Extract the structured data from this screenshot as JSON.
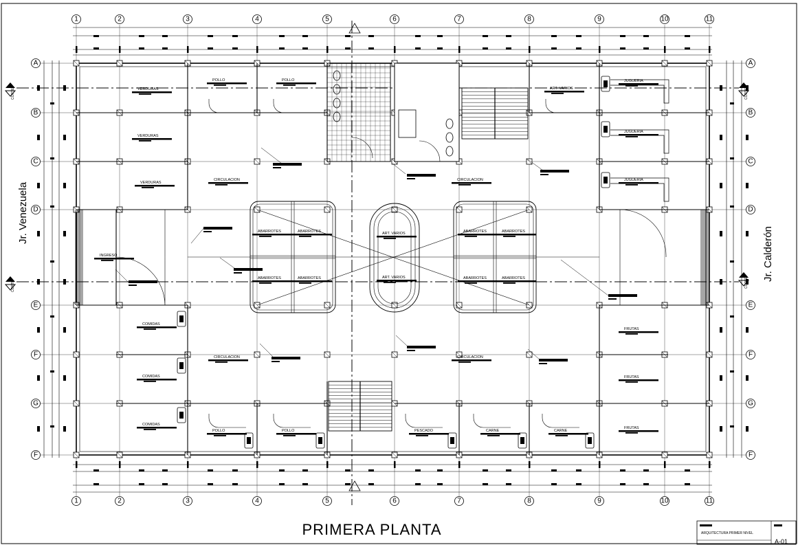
{
  "title": "PRIMERA  PLANTA",
  "streets": {
    "left": "Jr. Venezuela",
    "right": "Jr. Calderón"
  },
  "section_marks": [
    "CORTE",
    "CORTE",
    "CORTE",
    "CORTE"
  ],
  "axes": {
    "columns": [
      "1",
      "2",
      "3",
      "4",
      "5",
      "6",
      "7",
      "8",
      "9",
      "10",
      "11"
    ],
    "rows": [
      "A",
      "B",
      "C",
      "D",
      "E",
      "F",
      "G",
      "F"
    ]
  },
  "stalls": {
    "verduras": [
      "VERDURAS",
      "VERDURAS",
      "VERDURAS"
    ],
    "pollo_top": [
      "POLLO",
      "POLLO"
    ],
    "art_varios_top": "ART. VARIOS",
    "jugueria": [
      "JUGUERIA",
      "JUGUERIA",
      "JUGUERIA"
    ],
    "ingreso": "INGRESO",
    "comidas": [
      "COMIDAS",
      "COMIDAS",
      "COMIDAS"
    ],
    "circulacion": [
      "CIRCULACION",
      "CIRCULACION",
      "CIRCULACION",
      "CIRCULACION"
    ],
    "abarrotes": [
      "ABARROTES",
      "ABARROTES",
      "ABARROTES",
      "ABARROTES",
      "ABARROTES",
      "ABARROTES",
      "ABARROTES",
      "ABARROTES"
    ],
    "art_varios_center": [
      "ART. VARIOS",
      "ART. VARIOS"
    ],
    "frutas": [
      "FRUTAS",
      "FRUTAS",
      "FRUTAS"
    ],
    "bottom": [
      "POLLO",
      "POLLO",
      "PESCADO",
      "CARNE",
      "CARNE"
    ]
  },
  "cartouche": {
    "project": "ARQUITECTURA PRIMER NIVEL",
    "sheet": "A-01"
  }
}
